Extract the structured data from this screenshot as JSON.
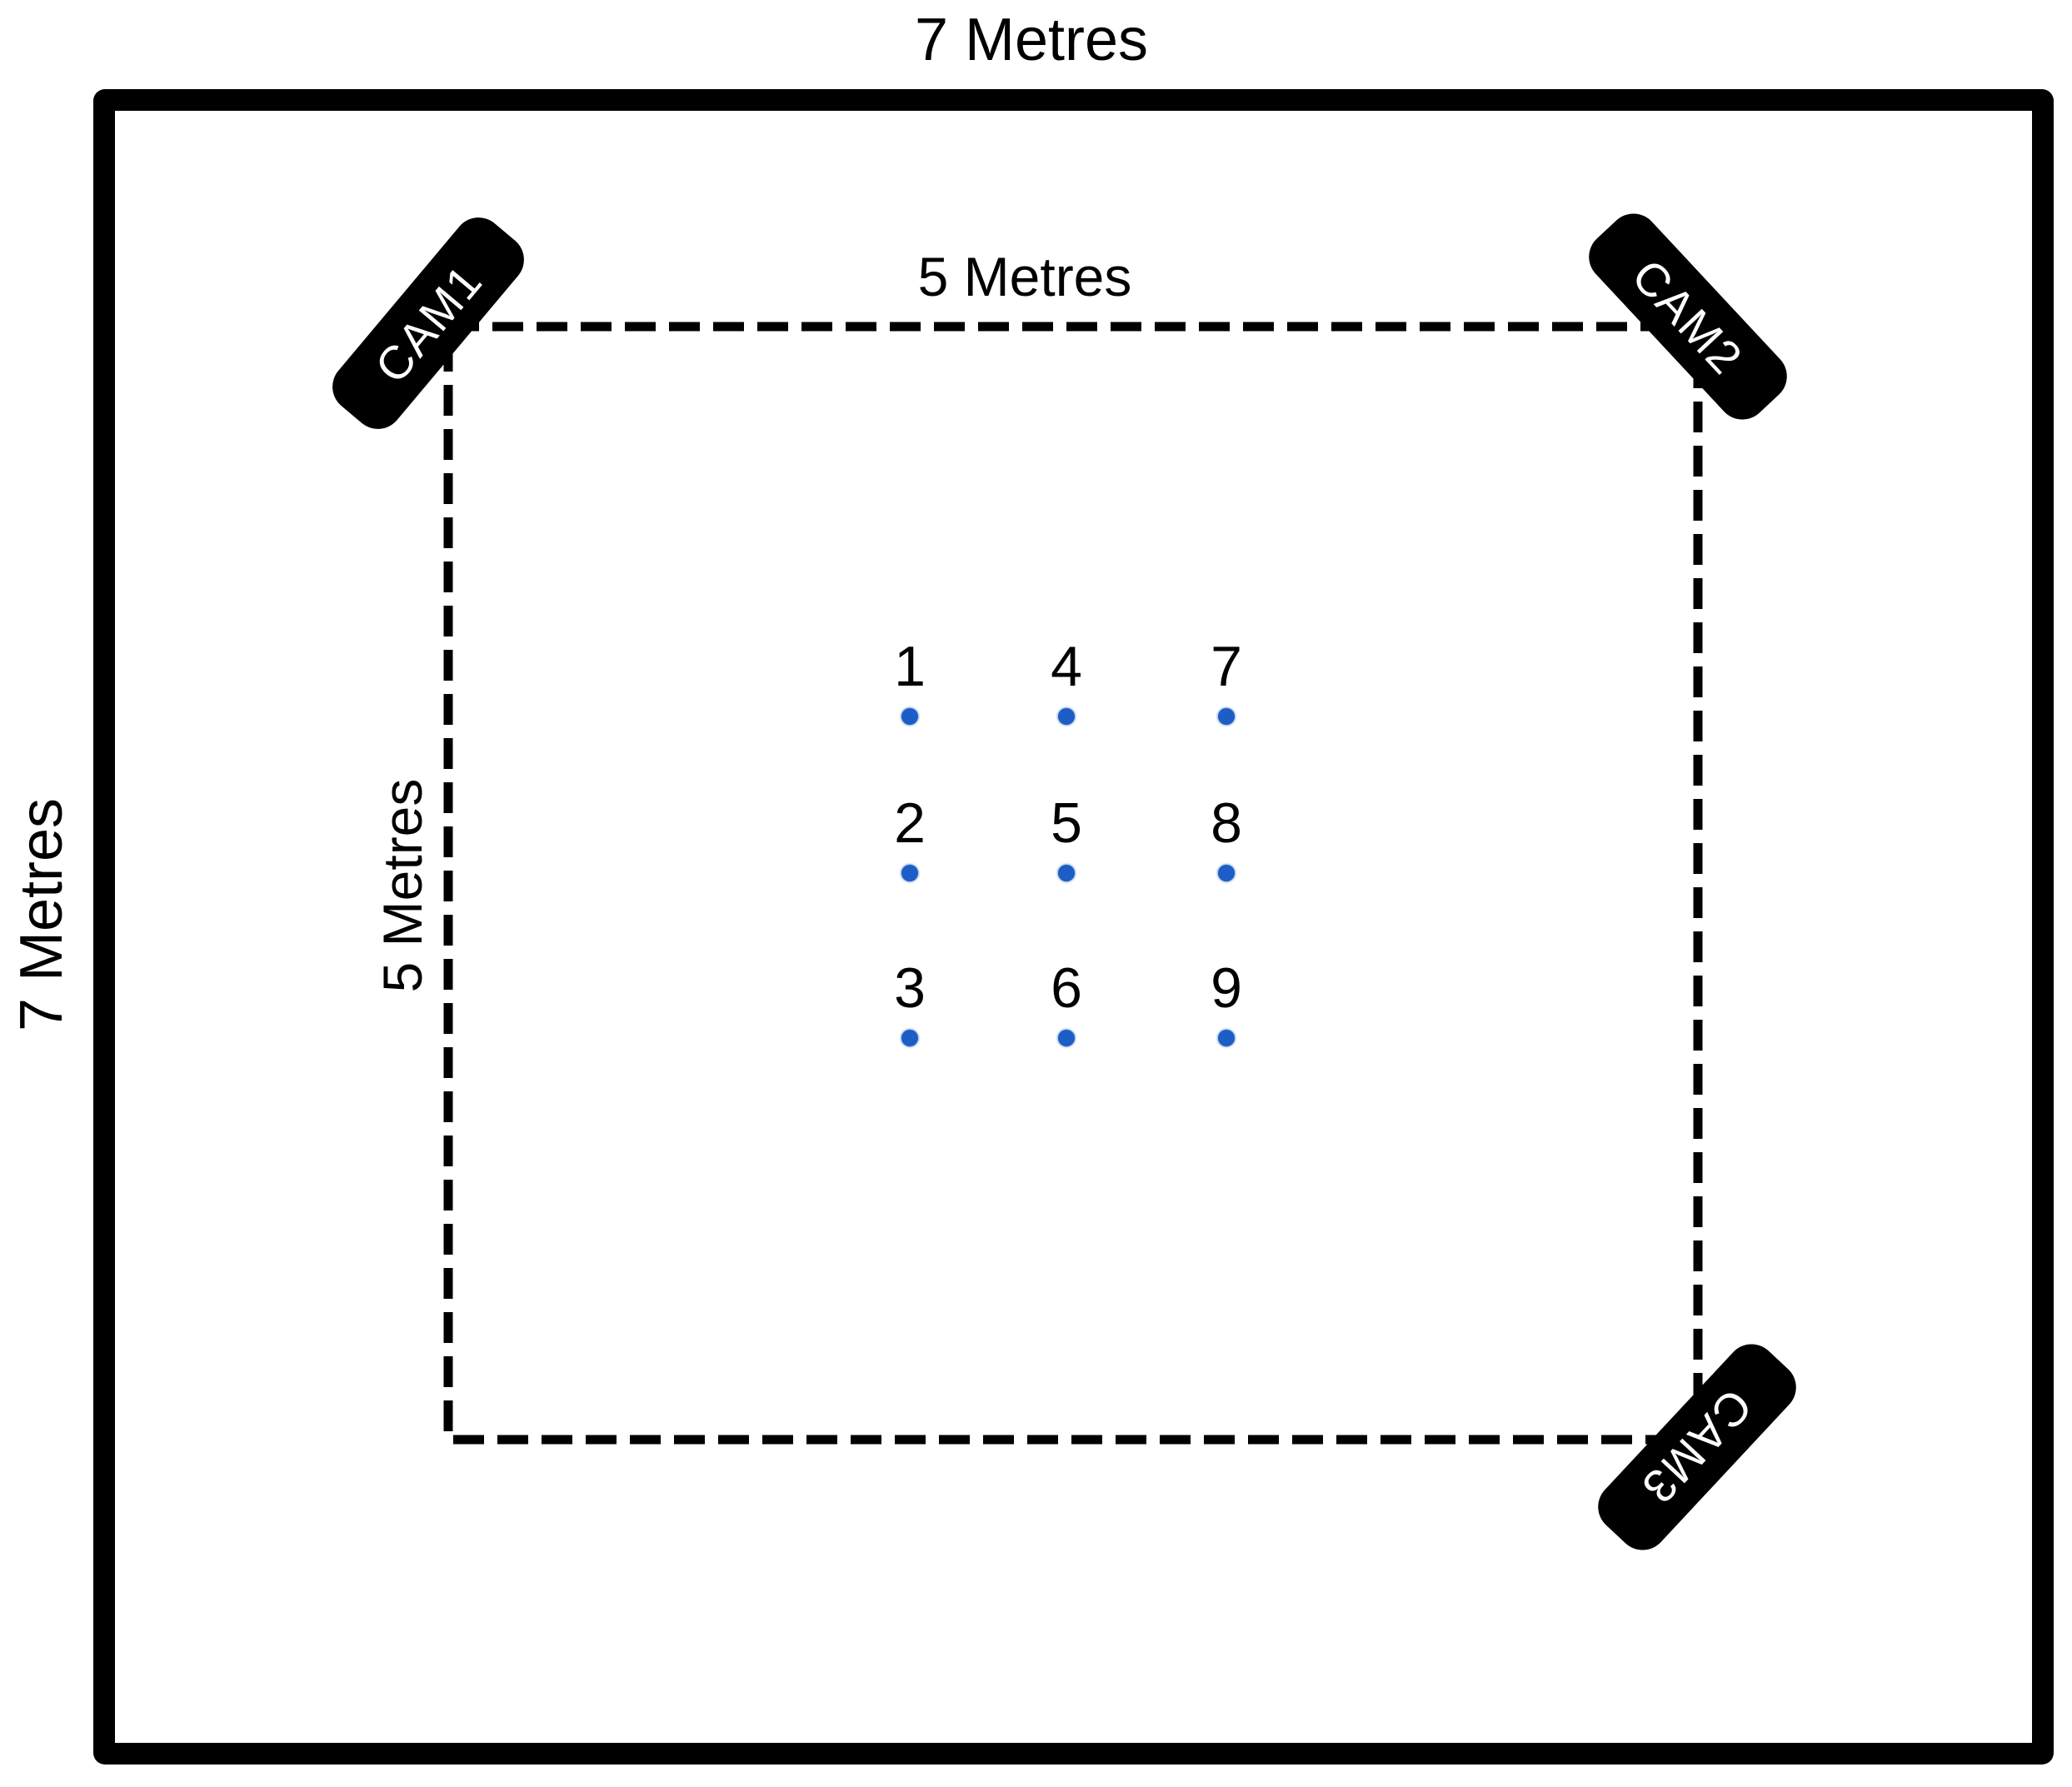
{
  "diagram": {
    "room": {
      "top_label": "7 Metres",
      "left_label": "7 Metres"
    },
    "zone": {
      "top_label": "5 Metres",
      "left_label": "5 Metres"
    },
    "cameras": [
      {
        "label": "CAM1"
      },
      {
        "label": "CAM2"
      },
      {
        "label": "CAM3"
      }
    ],
    "points": [
      {
        "label": "1"
      },
      {
        "label": "2"
      },
      {
        "label": "3"
      },
      {
        "label": "4"
      },
      {
        "label": "5"
      },
      {
        "label": "6"
      },
      {
        "label": "7"
      },
      {
        "label": "8"
      },
      {
        "label": "9"
      }
    ],
    "colors": {
      "point_dot_blue": "#1C5EC6",
      "camera_badge_black": "#000000",
      "camera_text_white": "#FFFFFF",
      "line_black": "#000000"
    }
  }
}
